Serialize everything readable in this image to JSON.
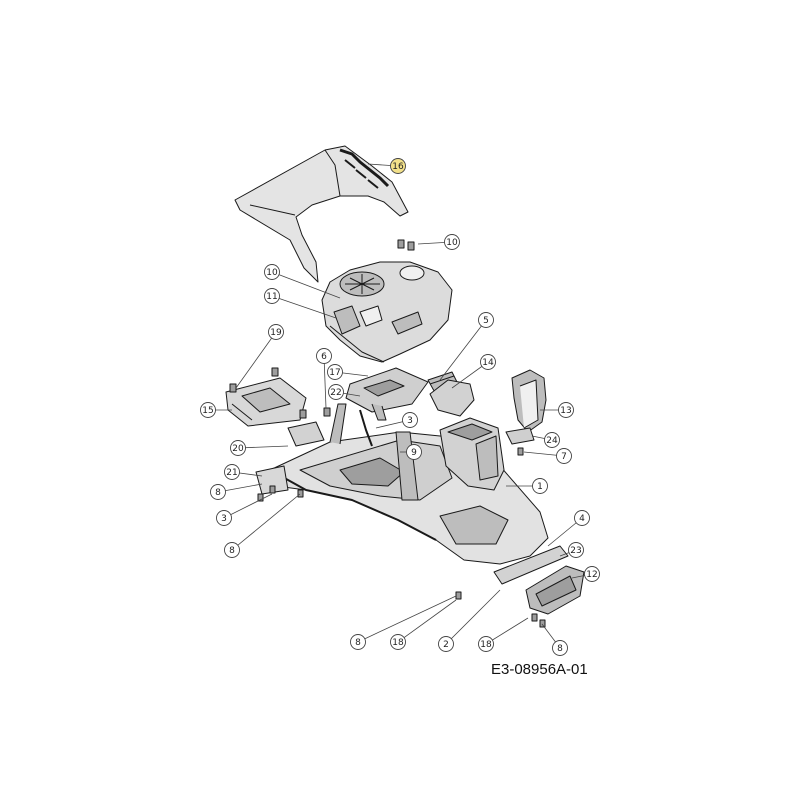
{
  "drawing": {
    "code": "E3-08956A-01",
    "colors": {
      "line": "#1a1a1a",
      "part_fill": "#dcdcdc",
      "callout_stroke": "#444444",
      "highlight": "#f2e08a"
    },
    "callouts": [
      {
        "id": "c-16-top",
        "label": "16",
        "highlighted": true
      },
      {
        "id": "c-10-a",
        "label": "10",
        "highlighted": false
      },
      {
        "id": "c-10-b",
        "label": "10",
        "highlighted": false
      },
      {
        "id": "c-11",
        "label": "11",
        "highlighted": false
      },
      {
        "id": "c-19",
        "label": "19",
        "highlighted": false
      },
      {
        "id": "c-5",
        "label": "5",
        "highlighted": false
      },
      {
        "id": "c-6",
        "label": "6",
        "highlighted": false
      },
      {
        "id": "c-14",
        "label": "14",
        "highlighted": false
      },
      {
        "id": "c-17",
        "label": "17",
        "highlighted": false
      },
      {
        "id": "c-22",
        "label": "22",
        "highlighted": false
      },
      {
        "id": "c-13",
        "label": "13",
        "highlighted": false
      },
      {
        "id": "c-15",
        "label": "15",
        "highlighted": false
      },
      {
        "id": "c-3-a",
        "label": "3",
        "highlighted": false
      },
      {
        "id": "c-24",
        "label": "24",
        "highlighted": false
      },
      {
        "id": "c-20",
        "label": "20",
        "highlighted": false
      },
      {
        "id": "c-9",
        "label": "9",
        "highlighted": false
      },
      {
        "id": "c-7",
        "label": "7",
        "highlighted": false
      },
      {
        "id": "c-21",
        "label": "21",
        "highlighted": false
      },
      {
        "id": "c-1",
        "label": "1",
        "highlighted": false
      },
      {
        "id": "c-8-a",
        "label": "8",
        "highlighted": false
      },
      {
        "id": "c-3-b",
        "label": "3",
        "highlighted": false
      },
      {
        "id": "c-4",
        "label": "4",
        "highlighted": false
      },
      {
        "id": "c-8-b",
        "label": "8",
        "highlighted": false
      },
      {
        "id": "c-23",
        "label": "23",
        "highlighted": false
      },
      {
        "id": "c-12",
        "label": "12",
        "highlighted": false
      },
      {
        "id": "c-8-c",
        "label": "8",
        "highlighted": false
      },
      {
        "id": "c-18-a",
        "label": "18",
        "highlighted": false
      },
      {
        "id": "c-2",
        "label": "2",
        "highlighted": false
      },
      {
        "id": "c-18-b",
        "label": "18",
        "highlighted": false
      },
      {
        "id": "c-8-d",
        "label": "8",
        "highlighted": false
      }
    ]
  }
}
